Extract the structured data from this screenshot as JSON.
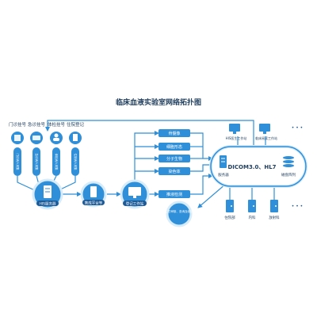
{
  "title": "临床血液实验室网络拓扑图",
  "registrations": [
    "门诊挂号",
    "急诊挂号",
    "体检挂号",
    "住院登记"
  ],
  "vertical_flows": [
    "门诊病人采集",
    "急诊病人采集",
    "体检病人采集",
    "住院病人采集"
  ],
  "nodes": {
    "his_server": "HIS服务器",
    "integration": "集成平台等",
    "lab_workstation": "登记工作站",
    "server": "服务器",
    "disk_array": "磁盘阵列",
    "protocol": "DICOM3.0、HL7",
    "review": "主任审核、查询及统计"
  },
  "lab_modules": [
    "骨髓像",
    "细胞形态",
    "分子生物",
    "染色体",
    "推液检测"
  ],
  "top_stations": [
    "HIS医生工作站",
    "临床阅读工作站"
  ],
  "departments": [
    "住院部",
    "内科",
    "放射科"
  ],
  "ellipsis": "• • •",
  "colors": {
    "primary": "#2f8fd8",
    "dark": "#1e5a96",
    "line": "#2f8fd8"
  }
}
